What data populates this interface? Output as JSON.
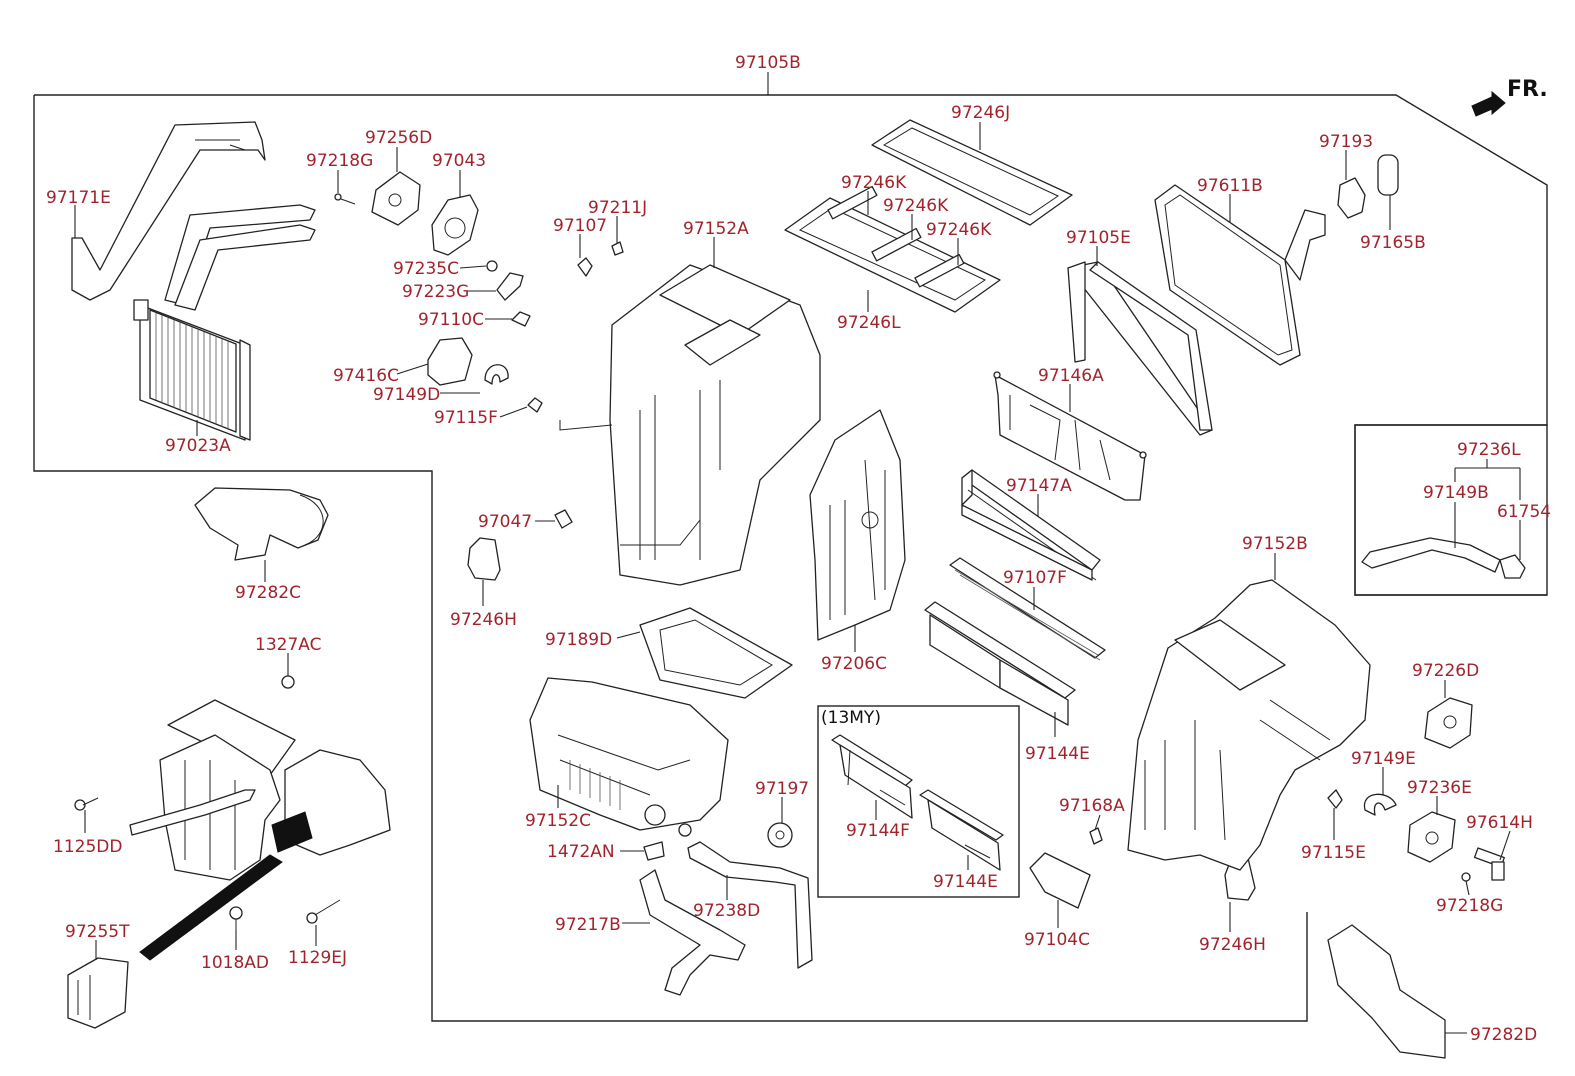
{
  "direction": {
    "text": "FR."
  },
  "inset_note": "(13MY)",
  "labels": {
    "97105B": "97105B",
    "97171E": "97171E",
    "97256D": "97256D",
    "97218G_top": "97218G",
    "97043": "97043",
    "97023A": "97023A",
    "97235C": "97235C",
    "97223G": "97223G",
    "97110C": "97110C",
    "97416C": "97416C",
    "97149D": "97149D",
    "97115F": "97115F",
    "97211J": "97211J",
    "97107": "97107",
    "97152A": "97152A",
    "97246J": "97246J",
    "97246K_1": "97246K",
    "97246K_2": "97246K",
    "97246K_3": "97246K",
    "97246L": "97246L",
    "97105E": "97105E",
    "97193": "97193",
    "97611B": "97611B",
    "97165B": "97165B",
    "97146A": "97146A",
    "97236L": "97236L",
    "97149B": "97149B",
    "61754": "61754",
    "97282C": "97282C",
    "97047": "97047",
    "97246H_left": "97246H",
    "97147A": "97147A",
    "97152B": "97152B",
    "97107F": "97107F",
    "97189D": "97189D",
    "97206C": "97206C",
    "1327AC": "1327AC",
    "97226D": "97226D",
    "97144E_top": "97144E",
    "97149E": "97149E",
    "97236E": "97236E",
    "97197": "97197",
    "97152C": "97152C",
    "97168A": "97168A",
    "97614H": "97614H",
    "97115E": "97115E",
    "97144F": "97144F",
    "97144E_inset": "97144E",
    "1125DD": "1125DD",
    "1472AN": "1472AN",
    "97218G_right": "97218G",
    "97238D": "97238D",
    "97217B": "97217B",
    "97104C": "97104C",
    "97246H_right": "97246H",
    "97255T": "97255T",
    "1018AD": "1018AD",
    "1129EJ": "1129EJ",
    "97282D": "97282D"
  }
}
